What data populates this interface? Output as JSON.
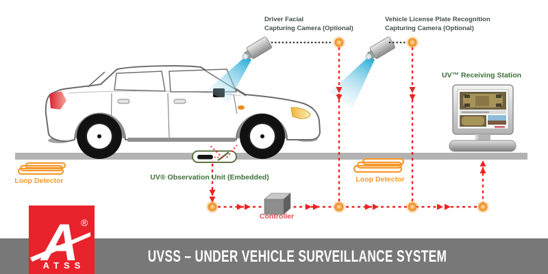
{
  "colors": {
    "brand_red": "#E9232B",
    "title_bar_gray": "#787878",
    "road_gray": "#B3B3B3",
    "accent_orange": "#F5992E",
    "signal_line_red": "#EE2222",
    "label_green": "#3C6F36",
    "camera_label_gray_green": "#43524A",
    "controller_label_red": "#E34B50",
    "beam_blue": "#1FA9D6"
  },
  "diagram": {
    "camera_driver": {
      "line1": "Driver Facial",
      "line2": "Capturing Camera (Optional)"
    },
    "camera_plate": {
      "line1": "Vehicle License Plate Recognition",
      "line2": "Capturing Camera (Optional)"
    },
    "receiving_station_label": "UV™ Receiving Station",
    "observation_unit_label": "UV® Observation Unit (Embedded)",
    "loop_detector_left_label": "Loop Detector",
    "loop_detector_right_label": "Loop Detector",
    "controller_label": "Controller"
  },
  "logo": {
    "monogram": "A",
    "registered_mark": "®",
    "name": "ATSS"
  },
  "footer": {
    "title": "UVSS – UNDER VEHICLE SURVEILLANCE SYSTEM"
  }
}
